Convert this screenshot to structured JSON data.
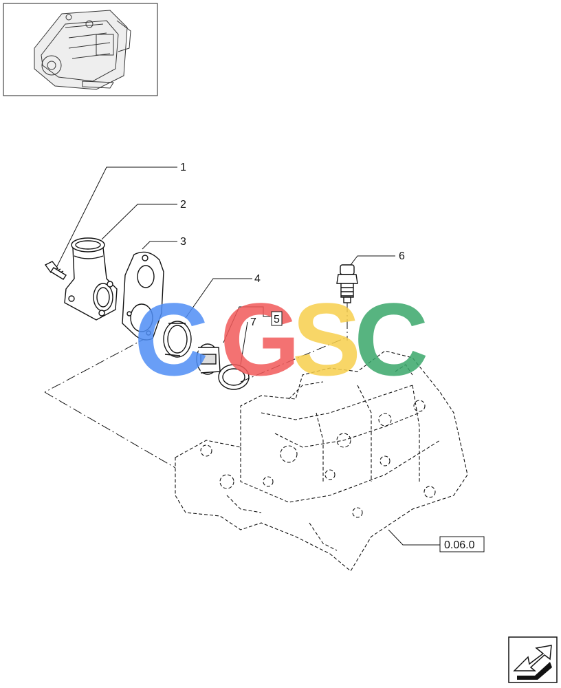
{
  "callouts": {
    "c1": "1",
    "c2": "2",
    "c3": "3",
    "c4": "4",
    "c5": "5",
    "c6": "6",
    "c7": "7"
  },
  "reference": "0.06.0",
  "watermark": {
    "letters": [
      "C",
      "G",
      "S",
      "C"
    ],
    "colors": [
      "#4f8ef5",
      "#f25a5a",
      "#f7cf4d",
      "#3aa86b"
    ]
  },
  "nav_icon": "next-page-arrow-icon"
}
